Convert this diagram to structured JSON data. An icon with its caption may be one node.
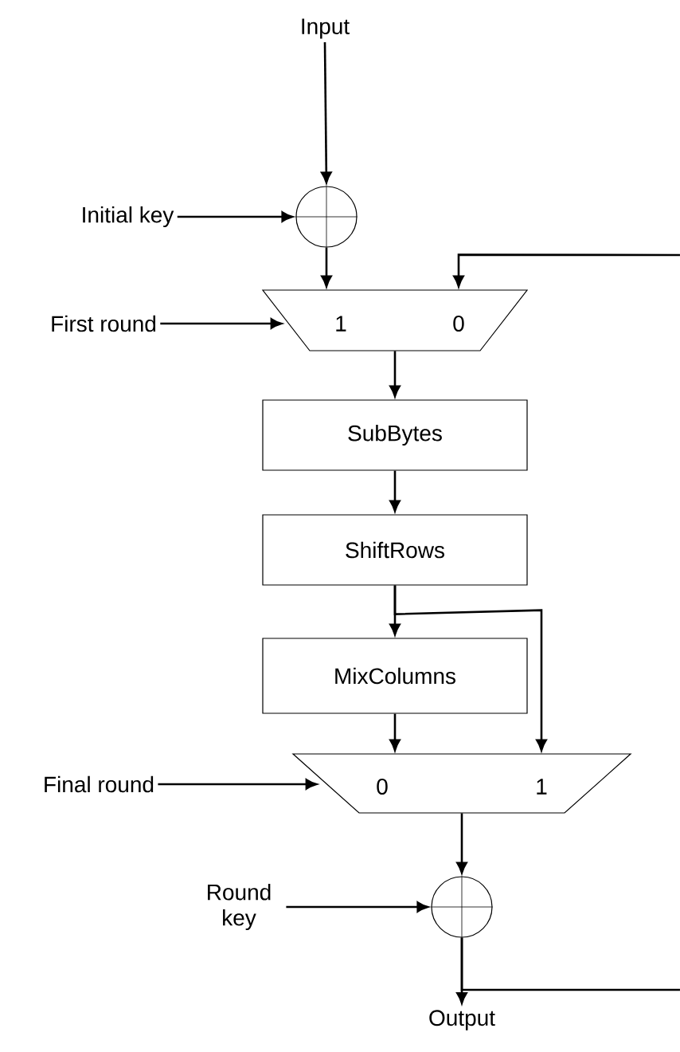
{
  "diagram": {
    "nodes": [
      {
        "text": [
          "Input"
        ]
      },
      {
        "text": [
          "Initial key"
        ]
      },
      {
        "text": [],
        "shape": "circle"
      },
      {
        "text": [
          "First round"
        ]
      },
      {
        "text": [
          "1",
          "0"
        ]
      },
      {
        "text": [
          "SubBytes"
        ]
      },
      {
        "text": [
          "ShiftRows"
        ]
      },
      {
        "text": [
          "MixColumns"
        ]
      },
      {
        "text": [
          "Final round"
        ]
      },
      {
        "text": [
          "0",
          "1"
        ]
      },
      {
        "text": [
          "Round key"
        ]
      },
      {
        "text": [],
        "shape": "circle"
      },
      {
        "text": [
          "Output"
        ]
      }
    ],
    "edges": [
      {
        "from": 0,
        "to": 2,
        "arrow": "to"
      },
      {
        "from": 1,
        "to": 2,
        "arrow": "to"
      },
      {
        "from": 2,
        "to": 4,
        "arrow": "to"
      },
      {
        "from": 3,
        "to": 4,
        "arrow": "to"
      },
      {
        "from": null,
        "to": 4,
        "arrow": "to"
      },
      {
        "from": 4,
        "to": 5,
        "arrow": "to"
      },
      {
        "from": 5,
        "to": 6,
        "arrow": "to"
      },
      {
        "from": 6,
        "to": 7,
        "arrow": "to"
      },
      {
        "from": 6,
        "to": 9,
        "arrow": "to"
      },
      {
        "from": 7,
        "to": 9,
        "arrow": "to"
      },
      {
        "from": 8,
        "to": 9,
        "arrow": "to"
      },
      {
        "from": 9,
        "to": 11,
        "arrow": "to"
      },
      {
        "from": 10,
        "to": 11,
        "arrow": "to"
      },
      {
        "from": 11,
        "to": 12,
        "arrow": "to"
      },
      {
        "from": 11,
        "to": null,
        "arrow": "none"
      }
    ]
  }
}
